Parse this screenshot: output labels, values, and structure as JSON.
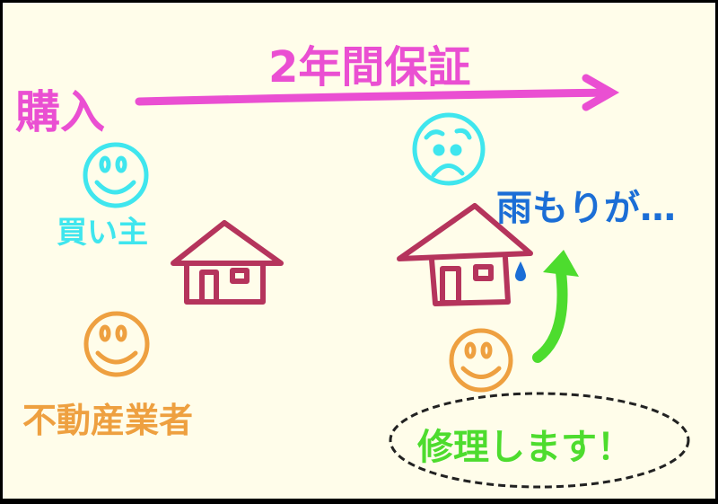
{
  "title": "2年間保証",
  "purchase_label": "購入",
  "buyer_label": "買い主",
  "agent_label": "不動産業者",
  "leak_label": "雨もりが…",
  "repair_label": "修理します！",
  "colors": {
    "pink": "#ea4fd2",
    "cyan": "#3fe6ee",
    "orange": "#eea040",
    "blue": "#1b6ed6",
    "green": "#4ddc2e",
    "house": "#b5345c",
    "background": "#fffdea"
  }
}
